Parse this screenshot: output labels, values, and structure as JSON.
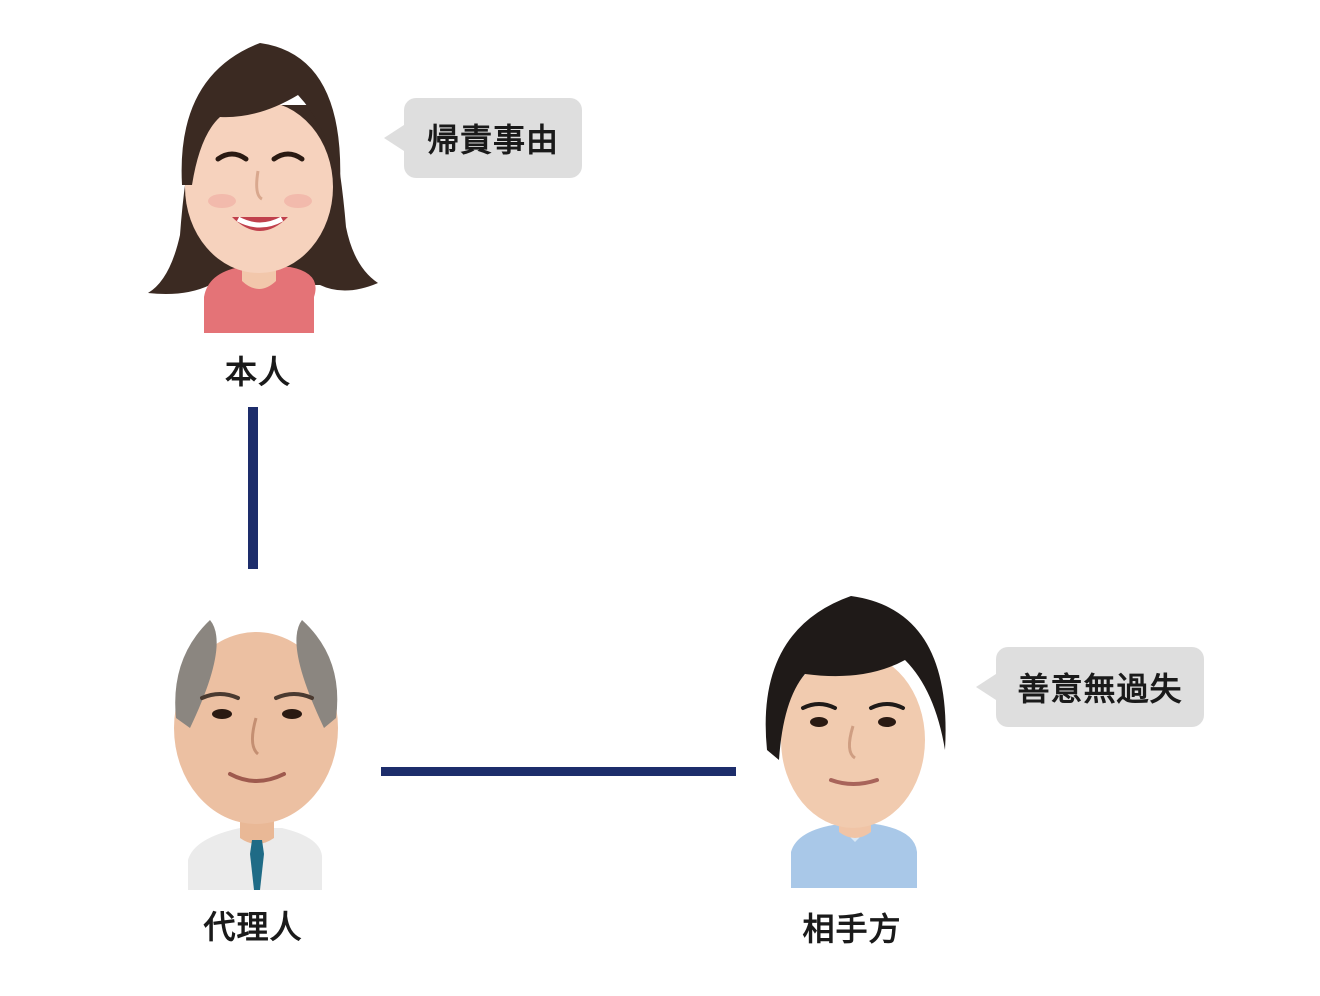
{
  "nodes": {
    "principal": {
      "label": "本人"
    },
    "agent": {
      "label": "代理人"
    },
    "counterparty": {
      "label": "相手方"
    }
  },
  "bubbles": {
    "principal": "帰責事由",
    "counterparty": "善意無過失"
  },
  "colors": {
    "connector": "#1d2d6b",
    "bubble": "#dedede",
    "principal_shirt": "#e47377",
    "agent_shirt": "#ebebeb",
    "agent_tie": "#1f6b86",
    "counterparty_shirt": "#a9c8e8"
  }
}
